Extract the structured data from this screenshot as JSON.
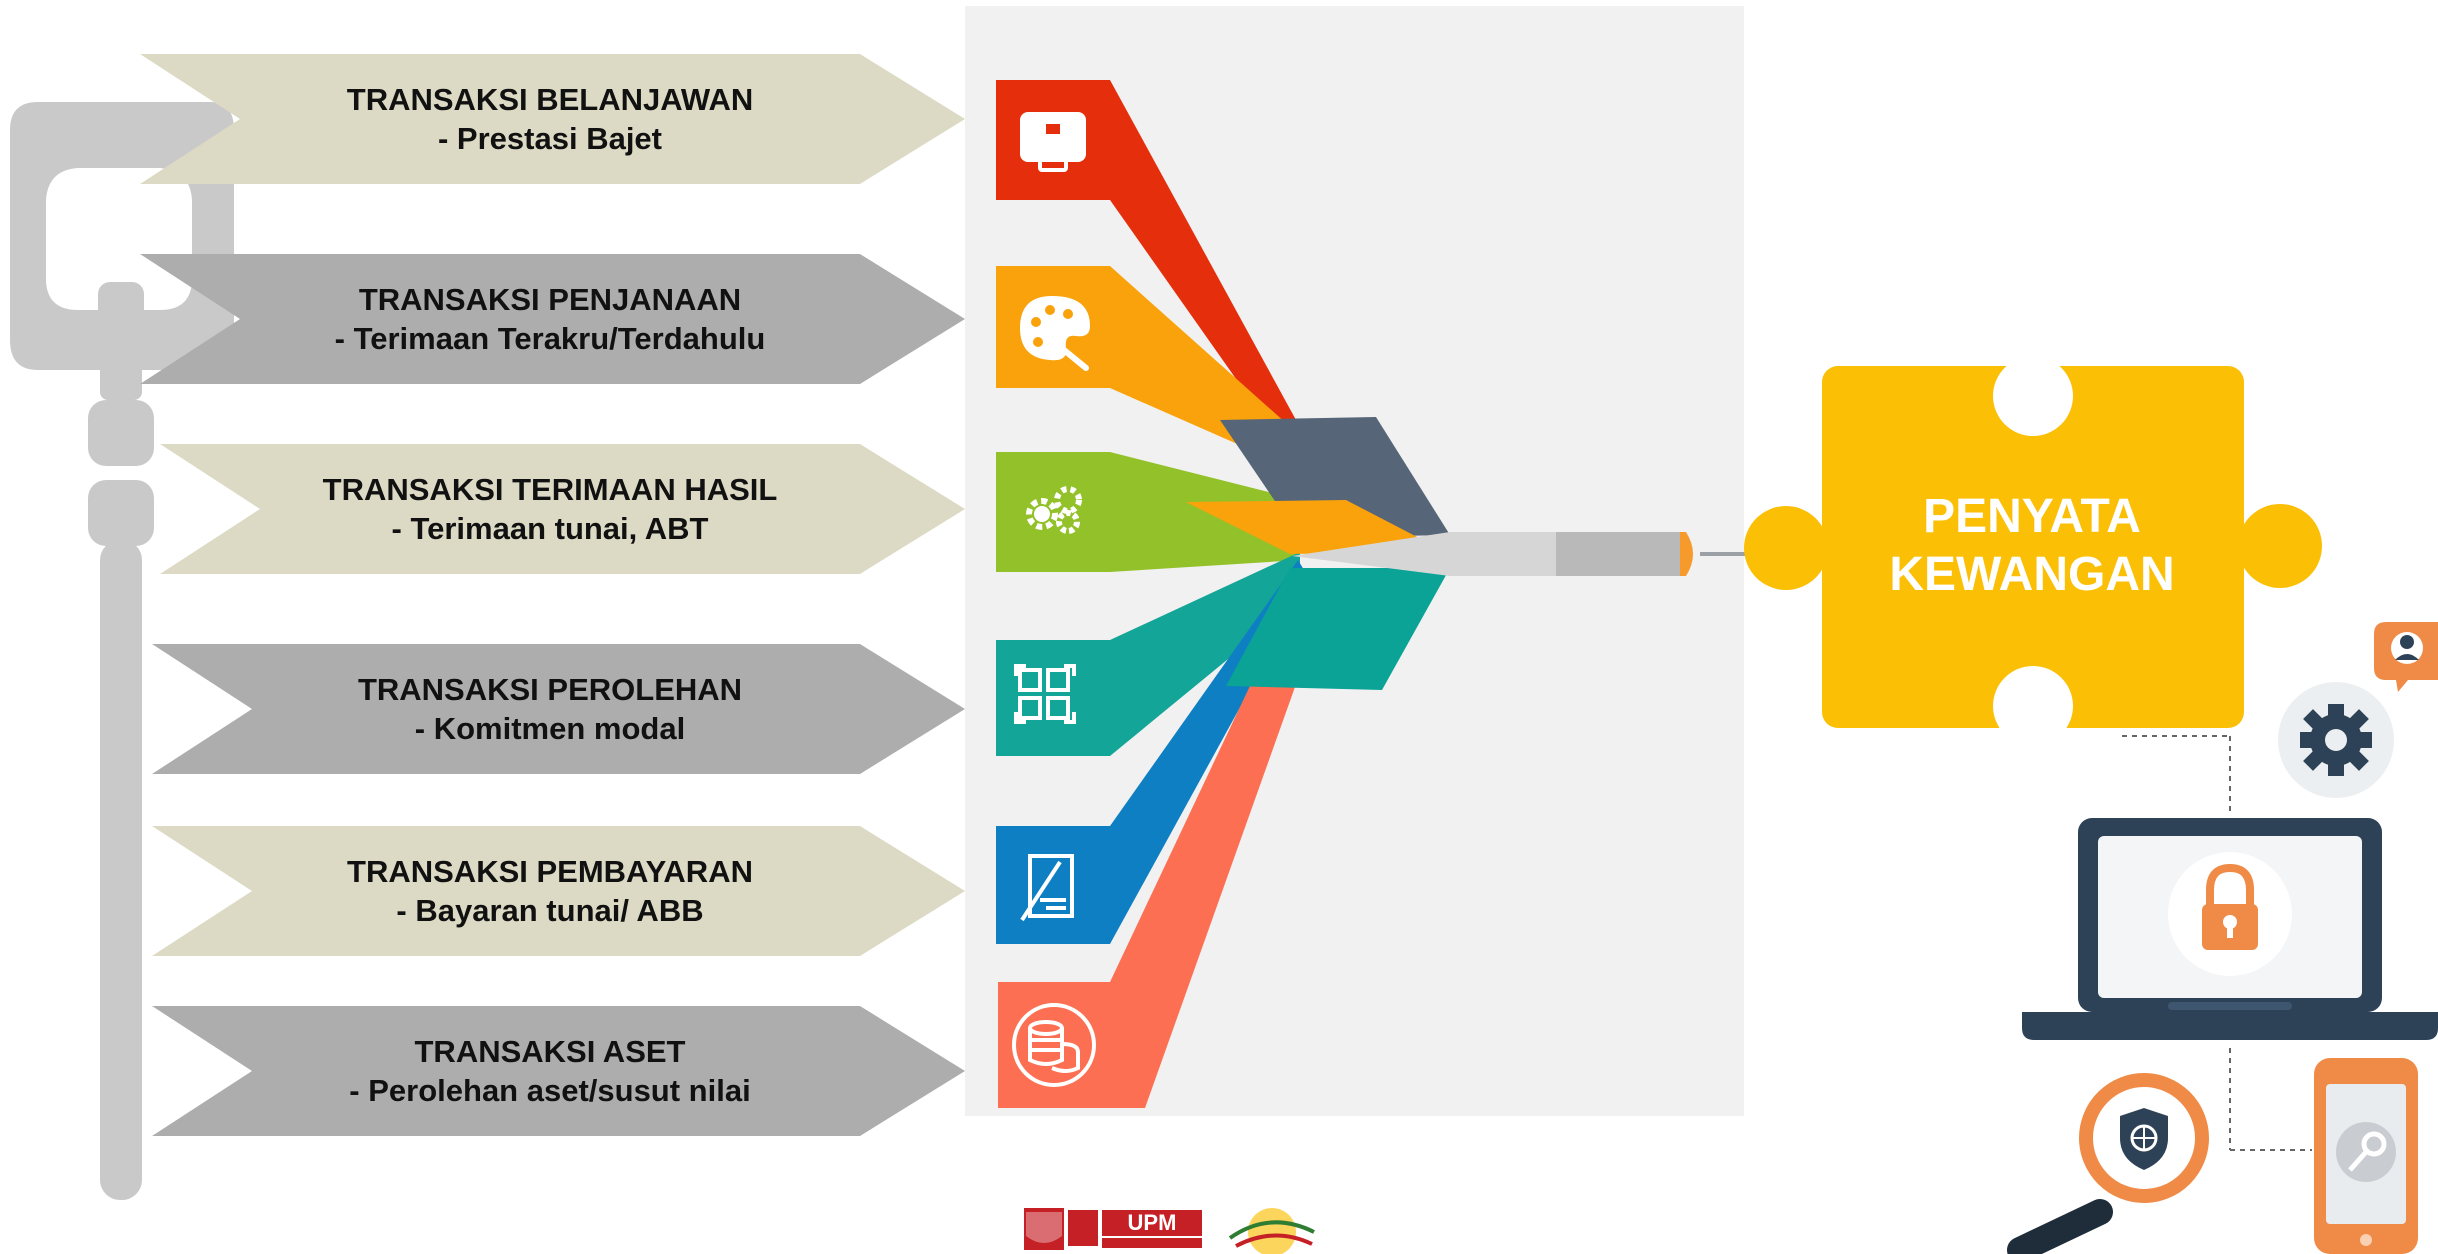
{
  "transactions": [
    {
      "title": "TRANSAKSI BELANJAWAN",
      "subtitle": "- Prestasi Bajet",
      "color": "#dcdac4",
      "icon": "briefcase-icon"
    },
    {
      "title": "TRANSAKSI PENJANAAN",
      "subtitle": "- Terimaan Terakru/Terdahulu",
      "color": "#adadad",
      "icon": "palette-icon"
    },
    {
      "title": "TRANSAKSI TERIMAAN HASIL",
      "subtitle": "- Terimaan tunai, ABT",
      "color": "#dcdac4",
      "icon": "gears-icon"
    },
    {
      "title": "TRANSAKSI PEROLEHAN",
      "subtitle": "- Komitmen modal",
      "color": "#adadad",
      "icon": "qr-code-icon"
    },
    {
      "title": "TRANSAKSI PEMBAYARAN",
      "subtitle": "- Bayaran tunai/ ABB",
      "color": "#dcdac4",
      "icon": "document-pen-icon"
    },
    {
      "title": "TRANSAKSI ASET",
      "subtitle": "- Perolehan aset/susut nilai",
      "color": "#adadad",
      "icon": "coin-stack-icon"
    }
  ],
  "ribbon_colors": [
    "#e52f0c",
    "#f9a20b",
    "#92c12a",
    "#13a597",
    "#0e7fc3",
    "#fd6f52"
  ],
  "result": {
    "line1": "PENYATA",
    "line2": "KEWANGAN",
    "color": "#fbbf05"
  },
  "logo": {
    "text": "UPM"
  },
  "colors": {
    "key": "#c8c8c8",
    "panel": "#f1f1f1",
    "slate": "#566577",
    "teal": "#0aa395",
    "orange_accent": "#f08b47",
    "laptop": "#2e4257"
  }
}
